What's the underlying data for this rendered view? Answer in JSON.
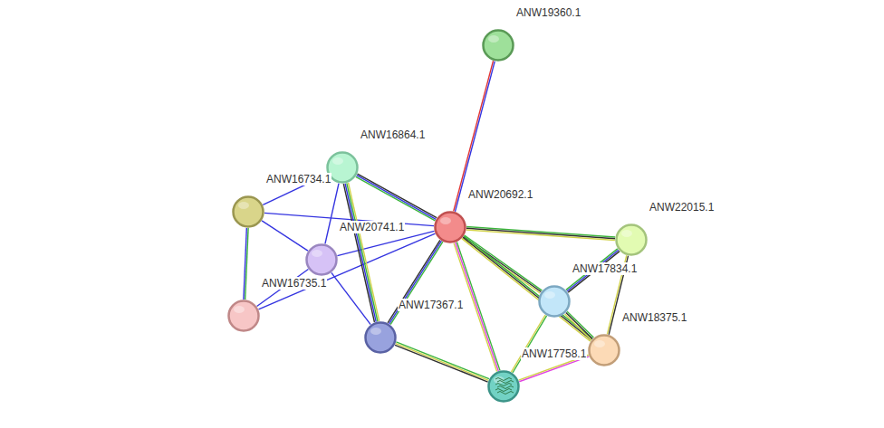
{
  "diagram": {
    "nodes": [
      {
        "text": [
          "ANW19360.1"
        ]
      },
      {
        "text": [
          "ANW16864.1"
        ]
      },
      {
        "text": [
          "ANW16734.1"
        ]
      },
      {
        "text": [
          "ANW20692.1"
        ]
      },
      {
        "text": [
          "ANW22015.1"
        ]
      },
      {
        "text": [
          "ANW20741.1"
        ]
      },
      {
        "text": [
          "ANW17834.1"
        ]
      },
      {
        "text": [
          "ANW16735.1"
        ]
      },
      {
        "text": [
          "ANW17367.1"
        ]
      },
      {
        "text": [
          "ANW18375.1"
        ]
      },
      {
        "text": [
          "ANW17758.1"
        ]
      }
    ],
    "edges": [
      {
        "from": 3,
        "to": 0,
        "arrow": "none"
      },
      {
        "from": 3,
        "to": 1,
        "arrow": "none"
      },
      {
        "from": 3,
        "to": 2,
        "arrow": "none"
      },
      {
        "from": 3,
        "to": 5,
        "arrow": "none"
      },
      {
        "from": 3,
        "to": 7,
        "arrow": "none"
      },
      {
        "from": 3,
        "to": 8,
        "arrow": "none"
      },
      {
        "from": 3,
        "to": 10,
        "arrow": "none"
      },
      {
        "from": 3,
        "to": 6,
        "arrow": "none"
      },
      {
        "from": 3,
        "to": 9,
        "arrow": "none"
      },
      {
        "from": 3,
        "to": 4,
        "arrow": "none"
      },
      {
        "from": 1,
        "to": 2,
        "arrow": "none"
      },
      {
        "from": 1,
        "to": 5,
        "arrow": "none"
      },
      {
        "from": 1,
        "to": 8,
        "arrow": "none"
      },
      {
        "from": 2,
        "to": 5,
        "arrow": "none"
      },
      {
        "from": 2,
        "to": 7,
        "arrow": "none"
      },
      {
        "from": 5,
        "to": 7,
        "arrow": "none"
      },
      {
        "from": 5,
        "to": 8,
        "arrow": "none"
      },
      {
        "from": 8,
        "to": 10,
        "arrow": "none"
      },
      {
        "from": 6,
        "to": 10,
        "arrow": "none"
      },
      {
        "from": 6,
        "to": 4,
        "arrow": "none"
      },
      {
        "from": 6,
        "to": 9,
        "arrow": "none"
      },
      {
        "from": 9,
        "to": 10,
        "arrow": "none"
      },
      {
        "from": 4,
        "to": 9,
        "arrow": "none"
      }
    ]
  }
}
